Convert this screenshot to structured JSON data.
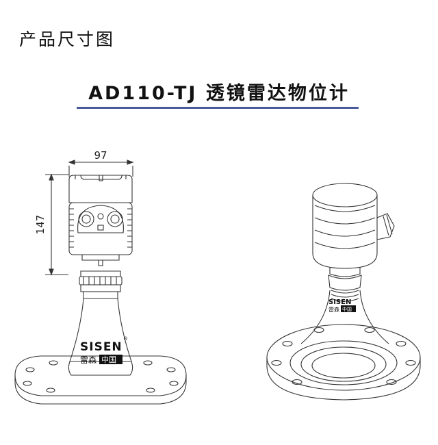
{
  "header": {
    "section_title": "产品尺寸图",
    "product_title": "AD110-TJ 透镜雷达物位计"
  },
  "front_view": {
    "width_label": "97",
    "height_label": "147",
    "brand_name": "SISEN",
    "brand_cn": "雷森",
    "brand_box": "中国",
    "registered": "®"
  },
  "iso_view": {
    "brand_name": "SISEN",
    "brand_cn": "雷森",
    "brand_box": "中国"
  },
  "colors": {
    "stroke": "#333333",
    "accent_underline": "#4a5a9a"
  }
}
